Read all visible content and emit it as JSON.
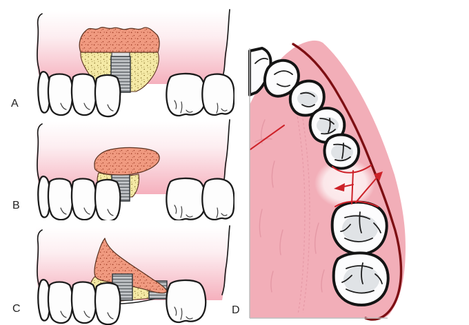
{
  "figure": {
    "panel_labels": {
      "a": "A",
      "b": "B",
      "c": "C",
      "d": "D"
    }
  },
  "colors": {
    "gum_light": "#fdeef1",
    "gum_pink": "#f5b0bd",
    "flap_salmon": "#f09a80",
    "flap_dot": "#9c3a23",
    "bone_yellow": "#f4e9a5",
    "bone_dot": "#7c671f",
    "implant_light": "#c6c9cc",
    "implant_dark": "#72767a",
    "implant_cap": "#dcdee0",
    "outline_dark": "#1b1b1b",
    "tooth_white": "#fdfdfd",
    "tooth_shade": "#c9ced3",
    "palate_pink": "#f2aeb8",
    "rugae": "#e294a1",
    "ridge_light": "#fdf1f2",
    "incision_red": "#cd2128",
    "buccal_maroon": "#7d0f13",
    "border_gray": "#bdbdbd",
    "label": "#222222"
  }
}
